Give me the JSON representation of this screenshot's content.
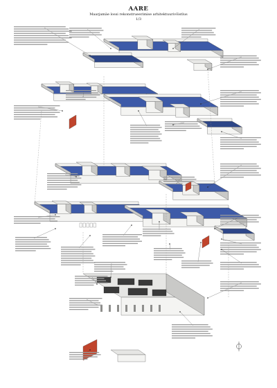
{
  "header": {
    "title": "AARE",
    "subtitle": "Maarjamäe lossi rekonstrueerimise arhitektuurivõistlus",
    "page": "1/3"
  },
  "colors": {
    "floor_blue": "#3d5aa8",
    "floor_blue_dark": "#2d4688",
    "wall_white": "#f4f4f2",
    "wall_shade": "#c9c9c7",
    "wall_dark": "#8e8e8c",
    "accent_red": "#c0442c",
    "paper": "#ffffff",
    "ink": "#1a1a1a"
  }
}
